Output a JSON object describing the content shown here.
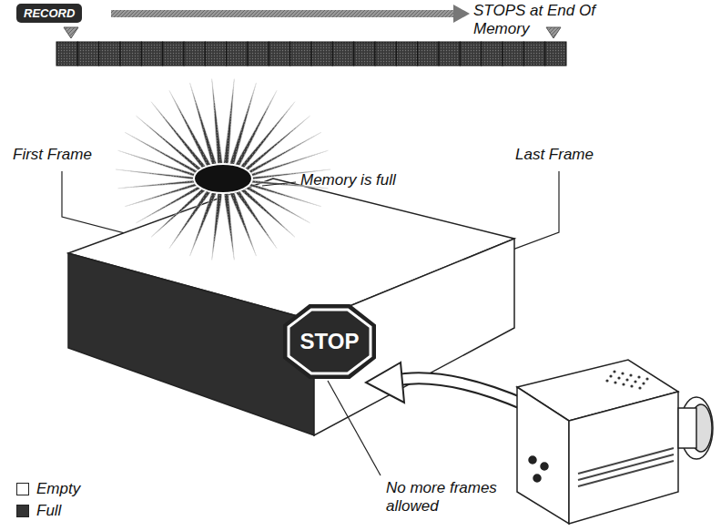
{
  "diagram": {
    "nodes": [
      {
        "text": [
          "RECORD"
        ]
      },
      {
        "text": [
          "STOP"
        ]
      }
    ],
    "labels": [
      "STOPS at End Of Memory",
      "First Frame",
      "Last Frame",
      "Memory is full",
      "No more frames allowed"
    ],
    "legend": [
      {
        "text": "Empty",
        "color": "#ffffff"
      },
      {
        "text": "Full",
        "color": "#333333"
      }
    ]
  }
}
